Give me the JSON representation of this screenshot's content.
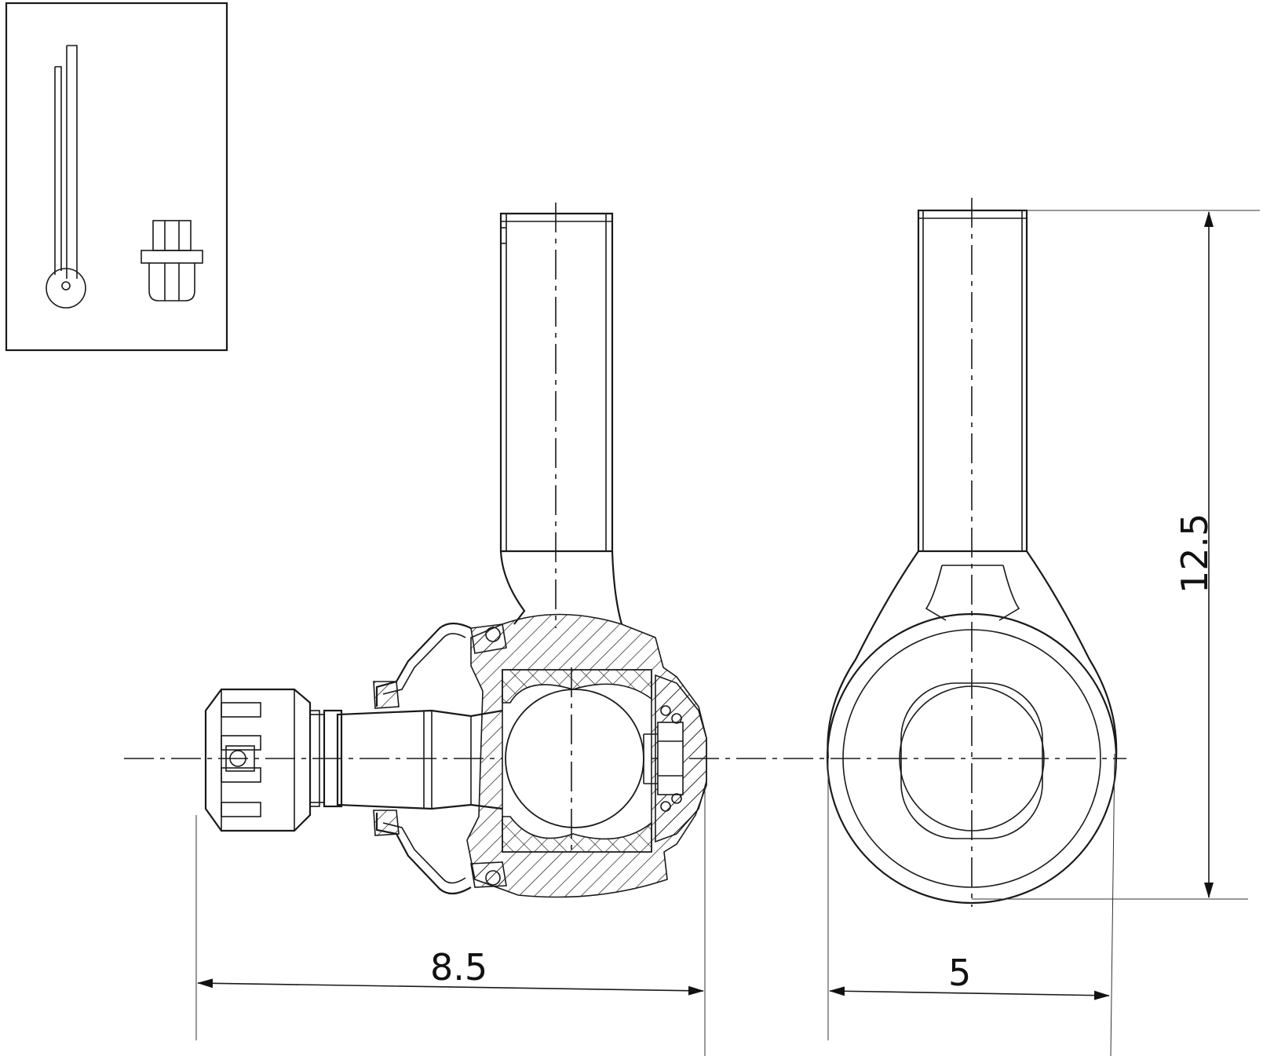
{
  "diagram": {
    "dimensions": {
      "length_side_view": "8.5",
      "width_front_view": "5",
      "height_front_view": "12.5"
    },
    "inset_parts": [
      "cotter-pin",
      "grease-nipple"
    ]
  }
}
